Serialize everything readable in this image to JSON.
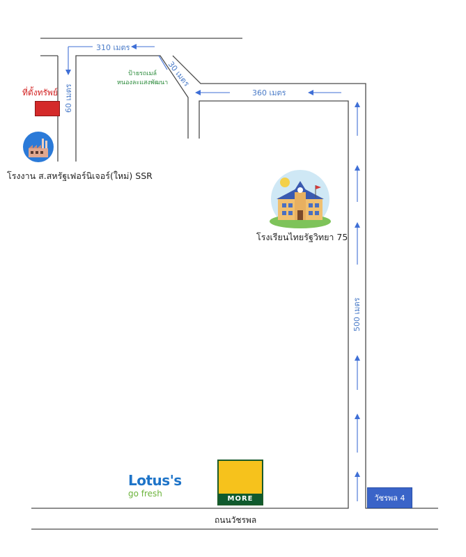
{
  "distances": {
    "top_segment": "310 เมตร",
    "left_segment": "60 เมตร",
    "diagonal_segment": "30 เมตร",
    "middle_segment": "360 เมตร",
    "right_segment": "500 เมตร"
  },
  "landmarks": {
    "property": "ที่ตั้งทรัพย์",
    "bus_stop": "ป้ายรถเมล์\nหนองละแสงพัฒนา",
    "factory": "โรงงาน ส.สหรัฐเฟอร์นิเจอร์(ใหม่) SSR",
    "school": "โรงเรียนไทยรัฐวิทยา 75",
    "wachiraphon_badge": "วัชรพล 4",
    "main_road": "ถนนวัชรพล"
  },
  "stores": {
    "lotus_name": "Lotus's",
    "lotus_tagline": "go fresh",
    "cj_more": "MORE"
  },
  "icons": {
    "factory": "factory-icon",
    "school": "school-building-icon"
  },
  "colors": {
    "route_arrow": "#3f6fd6",
    "property_marker": "#d42a2a",
    "badge": "#3a64c8",
    "lotus_blue": "#1e74c8",
    "lotus_green": "#6bb33a",
    "cj_yellow": "#f6c21c",
    "cj_green": "#0f5a2e"
  }
}
